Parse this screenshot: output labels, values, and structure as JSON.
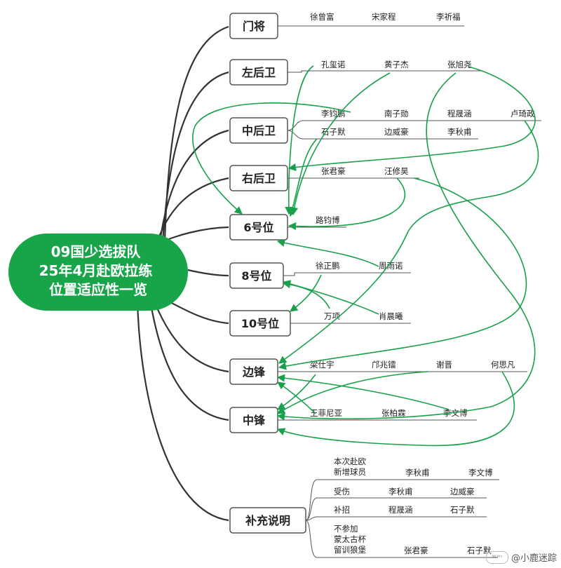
{
  "title_lines": [
    "09国少选拔队",
    "25年4月赴欧拉练",
    "位置适应性一览"
  ],
  "colors": {
    "root_fill": "#18a549",
    "arrow": "#19a04b",
    "branch": "#333333",
    "box_border": "#555555"
  },
  "positions": [
    {
      "label": "门将",
      "players": [
        "徐曾富",
        "宋家程",
        "李祈福"
      ]
    },
    {
      "label": "左后卫",
      "players": [
        "孔玺诺",
        "黄子杰",
        "张旭尧"
      ]
    },
    {
      "label": "中后卫",
      "players": [
        "李钧鹏",
        "南子勋",
        "程晟涵",
        "卢琦政",
        "石子默",
        "边威豪",
        "李秋甫"
      ]
    },
    {
      "label": "右后卫",
      "players": [
        "张君豪",
        "汪修昊"
      ]
    },
    {
      "label": "6号位",
      "players": [
        "路钧博"
      ]
    },
    {
      "label": "8号位",
      "players": [
        "徐正鹏",
        "周雨诺"
      ]
    },
    {
      "label": "10号位",
      "players": [
        "万项",
        "肖晨曦"
      ]
    },
    {
      "label": "边锋",
      "players": [
        "梁仕宇",
        "邝兆镭",
        "谢晋",
        "何思凡"
      ]
    },
    {
      "label": "中锋",
      "players": [
        "王菲尼亚",
        "张柏霖",
        "李文博"
      ]
    }
  ],
  "notes": {
    "label": "补充说明",
    "rows": [
      {
        "label_lines": [
          "本次赴欧",
          "新增球员"
        ],
        "names": [
          "李秋甫",
          "李文博"
        ]
      },
      {
        "label_lines": [
          "受伤"
        ],
        "names": [
          "李秋甫",
          "边威豪"
        ]
      },
      {
        "label_lines": [
          "补招"
        ],
        "names": [
          "程晟涵",
          "石子默"
        ]
      },
      {
        "label_lines": [
          "不参加",
          "蒙太古杯",
          "留训狼堡"
        ],
        "names": [
          "张君豪",
          "石子默"
        ]
      }
    ]
  },
  "watermark": {
    "logo": "ᴺᴱᵂˢ",
    "text": "@小鹿迷踪"
  }
}
